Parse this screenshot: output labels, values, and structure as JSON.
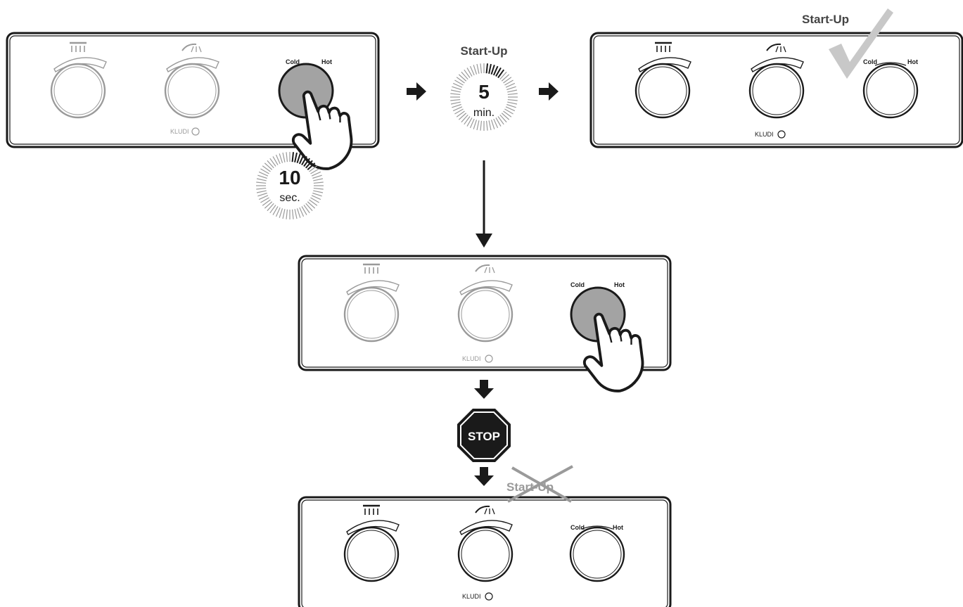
{
  "panel": {
    "brand": "KLUDI",
    "cold_label": "Cold",
    "hot_label": "Hot"
  },
  "timer_5": {
    "value": "5",
    "unit": "min."
  },
  "timer_10": {
    "value": "10",
    "unit": "sec."
  },
  "startup_label": "Start-Up",
  "startup_success_label": "Start-Up",
  "startup_cancelled_label": "Start-Up",
  "stop_sign_label": "STOP",
  "colors": {
    "line": "#1a1a1a",
    "dim": "#9a9a9a",
    "pressed_knob": "#a3a3a3",
    "check": "#c8c8c8",
    "stop": "#1a1a1a"
  }
}
